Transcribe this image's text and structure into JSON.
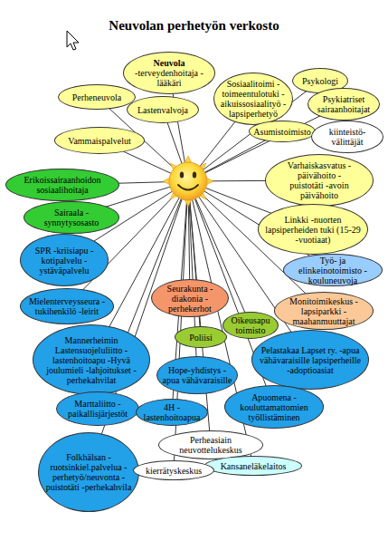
{
  "diagram": {
    "title": "Neuvolan perhetyön verkosto",
    "nodes": [
      {
        "text": [
          "Neuvola",
          "-terveydenhoitaja -lääkäri"
        ]
      },
      {
        "text": [
          "Perheneuvola"
        ]
      },
      {
        "text": [
          "Lastenvalvoja"
        ]
      },
      {
        "text": [
          "Sosiaalitoimi -toimeentulotuki -aikuissosiaalityö -lapsiperhetyö"
        ]
      },
      {
        "text": [
          "Psykologi"
        ]
      },
      {
        "text": [
          "Psykiatriset sairaanhoitajat"
        ]
      },
      {
        "text": [
          "Vammaispalvelut"
        ]
      },
      {
        "text": [
          "Asumistoimisto"
        ]
      },
      {
        "text": [
          "kiinteistö-välittäjät"
        ]
      },
      {
        "text": [
          "Erikoissairaanhoidon sosiaalihoitaja"
        ]
      },
      {
        "text": [
          "Varhaiskasvatus -päivähoito -puistotäti -avoin päivähoito"
        ]
      },
      {
        "text": [
          "Sairaala -synnytysosasto"
        ]
      },
      {
        "text": [
          "Linkki -nuorten lapsiperheiden tuki (15-29 -vuotiaat)"
        ]
      },
      {
        "text": [
          "SPR -kriisiapu -kotipalvelu -ystäväpalvelu"
        ]
      },
      {
        "text": [
          "Työ- ja elinkeinotoimisto -kouluneuvoja"
        ]
      },
      {
        "text": [
          "Mielenterveysseura -tukihenkilö -leirit"
        ]
      },
      {
        "text": [
          "Seurakunta -diakonia -perhekerhot"
        ]
      },
      {
        "text": [
          "Monitoimikeskus -lapsiparkki -maahanmuuttajat"
        ]
      },
      {
        "text": [
          "Mannerheimin Lastensuojeluliitto -lastenhoitoapu -Hyvä joulumieli -lahjoitukset -perhekahvilat"
        ]
      },
      {
        "text": [
          "Oikeusapu toimisto"
        ]
      },
      {
        "text": [
          "Poliisi"
        ]
      },
      {
        "text": [
          "Pelastakaa Lapset ry. -apua vähävaraisille lapsiperheille -adoptioasiat"
        ]
      },
      {
        "text": [
          "Hope-yhdistys -apua vähävaraisille"
        ]
      },
      {
        "text": [
          "Marttaliitto -paikallisjärjestöt"
        ]
      },
      {
        "text": [
          "Apuomena -kouluttamattomien työllistäminen"
        ]
      },
      {
        "text": [
          "4H -lastenhoitoapua"
        ]
      },
      {
        "text": [
          "Folkhälsan -ruotsinkiel.palvelua -perhetyö/neuvonta -puistotäti -perhekahvila"
        ]
      },
      {
        "text": [
          "Perheasiain neuvottelukeskus"
        ]
      },
      {
        "text": [
          "Kansaneläkelaitos"
        ]
      },
      {
        "text": [
          "kierrätyskeskus"
        ]
      }
    ]
  }
}
